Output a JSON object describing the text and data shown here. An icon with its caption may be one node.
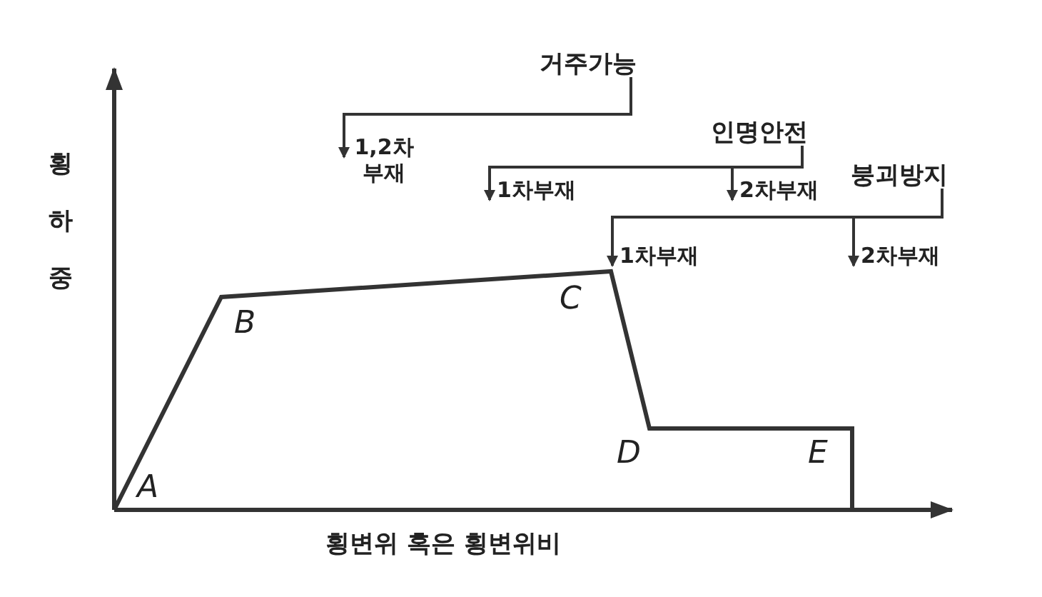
{
  "diagram": {
    "nodes": [
      {
        "text": [
          "거주가능"
        ]
      },
      {
        "text": [
          "1,2차 부재"
        ]
      },
      {
        "text": [
          "인명안전"
        ]
      },
      {
        "text": [
          "1차부재"
        ]
      },
      {
        "text": [
          "2차부재"
        ]
      },
      {
        "text": [
          "붕괴방지"
        ]
      },
      {
        "text": [
          "1차부재"
        ]
      },
      {
        "text": [
          "2차부재"
        ]
      }
    ],
    "edges": [
      {
        "from": 0,
        "to": 1,
        "arrow": "to"
      },
      {
        "from": 2,
        "to": 3,
        "arrow": "to"
      },
      {
        "from": 2,
        "to": 4,
        "arrow": "to"
      },
      {
        "from": 5,
        "to": 6,
        "arrow": "to"
      },
      {
        "from": 5,
        "to": 7,
        "arrow": "to"
      }
    ],
    "labels": [
      "횡하중",
      "A",
      "B",
      "C",
      "D",
      "E",
      "횡변위 혹은 횡변위비"
    ]
  }
}
